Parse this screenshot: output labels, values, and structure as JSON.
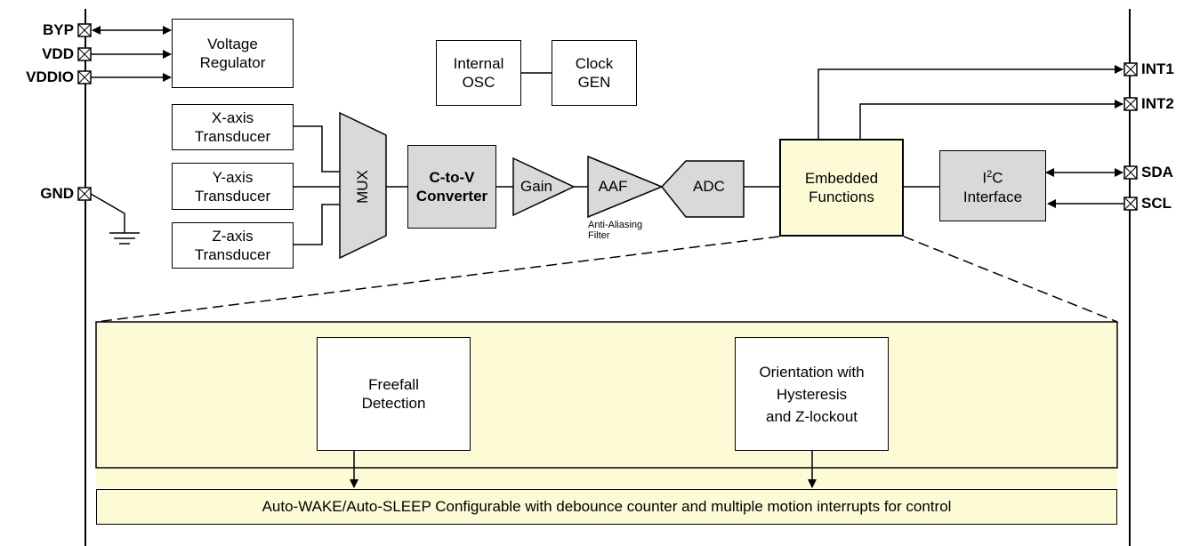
{
  "pins": {
    "byp": "BYP",
    "vdd": "VDD",
    "vddio": "VDDIO",
    "gnd": "GND",
    "int1": "INT1",
    "int2": "INT2",
    "sda": "SDA",
    "scl": "SCL"
  },
  "blocks": {
    "voltage_regulator": [
      "Voltage",
      "Regulator"
    ],
    "internal_osc": [
      "Internal",
      "OSC"
    ],
    "clock_gen": [
      "Clock",
      "GEN"
    ],
    "x_transducer": [
      "X-axis",
      "Transducer"
    ],
    "y_transducer": [
      "Y-axis",
      "Transducer"
    ],
    "z_transducer": [
      "Z-axis",
      "Transducer"
    ],
    "mux": "MUX",
    "c_to_v": [
      "C-to-V",
      "Converter"
    ],
    "gain": "Gain",
    "aaf": "AAF",
    "aaf_note": [
      "Anti-Aliasing",
      "Filter"
    ],
    "adc": "ADC",
    "embedded": [
      "Embedded",
      "Functions"
    ],
    "i2c": {
      "prefix": "I",
      "sup": "2",
      "suffix": "C",
      "line2": "Interface"
    },
    "freefall": [
      "Freefall",
      "Detection"
    ],
    "orientation": [
      "Orientation with",
      "Hysteresis",
      "and Z-lockout"
    ],
    "auto_wake": "Auto-WAKE/Auto-SLEEP Configurable with debounce counter and multiple motion interrupts for control"
  },
  "colors": {
    "gray_fill": "#d9d9d9",
    "yellow_fill": "#fdfbd5",
    "line": "#000000"
  }
}
